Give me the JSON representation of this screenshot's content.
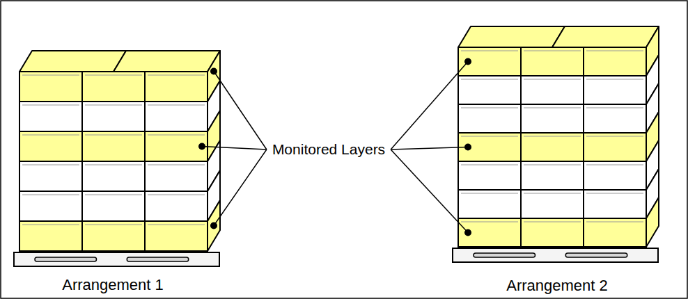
{
  "diagram": {
    "labels": [
      "Monitored Layers",
      "Arrangement 1",
      "Arrangement 2"
    ]
  }
}
